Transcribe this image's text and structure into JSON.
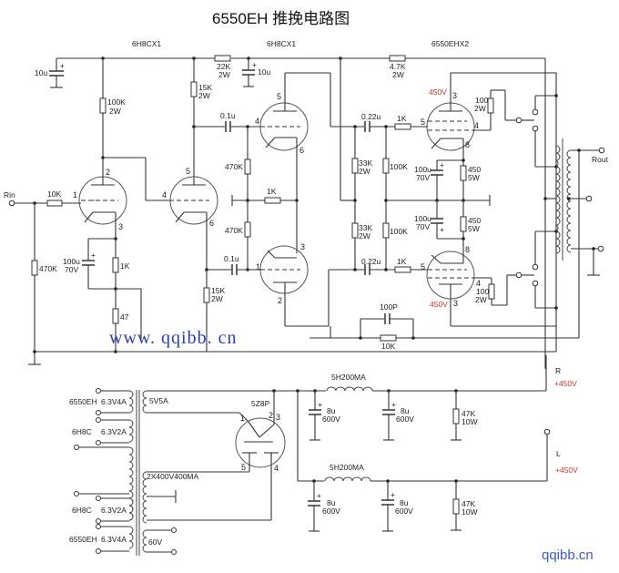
{
  "title": "6550EH 推挽电路图",
  "tube_labels": {
    "stage1": "6H8CX1",
    "stage2": "6H8CX1",
    "output": "6550EHX2",
    "rectifier": "5Z8P"
  },
  "io": {
    "input": "Rin",
    "output": "Rout"
  },
  "components": {
    "c_10u_left": "10u",
    "r_22k": [
      "22K",
      "2W"
    ],
    "c_10u_mid": "10u",
    "r_4k7": [
      "4.7K",
      "2W"
    ],
    "r_100k_2w": [
      "100K",
      "2W"
    ],
    "r_15k_top": [
      "15K",
      "2W"
    ],
    "c_01u_top": "0.1u",
    "r_470k_top": "470K",
    "r_1k_mid": "1K",
    "r_470k_bot": "470K",
    "c_01u_bot": "0.1u",
    "r_15k_bot": [
      "15K",
      "2W"
    ],
    "r_10k_in": "10K",
    "r_470k_in": "470K",
    "c_100u_cath": [
      "100u",
      "70V"
    ],
    "r_1k_cath": "1K",
    "r_47": "47",
    "c_022u_top": "0.22u",
    "r_1k_g_top": "1K",
    "r_33k_top": [
      "33K",
      "2W"
    ],
    "r_100k_top": "100K",
    "r_33k_bot": [
      "33K",
      "2W"
    ],
    "r_100k_bot": "100K",
    "c_022u_bot": "0.22u",
    "r_1k_g_bot": "1K",
    "c_100u_top": [
      "100u",
      "70V"
    ],
    "r_450_top": [
      "450",
      "5W"
    ],
    "c_100u_bot": [
      "100u",
      "70V"
    ],
    "r_450_bot": [
      "450",
      "5W"
    ],
    "r_100_top": [
      "100",
      "2W"
    ],
    "r_100_bot": [
      "100",
      "2W"
    ],
    "c_100p": "100P",
    "r_10k_fb": "10K"
  },
  "voltages": {
    "plate_top": "450V",
    "plate_bot": "450V"
  },
  "pins": {
    "v1a": [
      "2",
      "1",
      "3"
    ],
    "v1b": [
      "5",
      "4",
      "6"
    ],
    "v2a": [
      "5",
      "4",
      "6"
    ],
    "v2b": [
      "3",
      "1",
      "2"
    ],
    "v3": [
      "3",
      "5",
      "4",
      "8"
    ],
    "v4": [
      "8",
      "5",
      "4",
      "3"
    ],
    "rect": [
      "1",
      "2",
      "3",
      "5",
      "4"
    ]
  },
  "power_transformer": {
    "windings_left": [
      {
        "tube": "6550EH",
        "rating": "6.3V4A"
      },
      {
        "tube": "6H8C",
        "rating": "6.3V2A"
      },
      {
        "tube": "6H8C",
        "rating": "6.3V2A"
      },
      {
        "tube": "6550EH",
        "rating": "6.3V4A"
      }
    ],
    "windings_right": [
      "5V5A",
      "2X400V400MA",
      "60V"
    ]
  },
  "supply": {
    "choke_r": "5H200MA",
    "choke_l": "5H200MA",
    "caps": [
      [
        "8u",
        "600V"
      ],
      [
        "8u",
        "600V"
      ],
      [
        "8u",
        "600V"
      ],
      [
        "8u",
        "600V"
      ]
    ],
    "bleeders": [
      [
        "47K",
        "10W"
      ],
      [
        "47K",
        "10W"
      ]
    ],
    "rail_r": {
      "name": "R",
      "voltage": "+450V"
    },
    "rail_l": {
      "name": "L",
      "voltage": "+450V"
    }
  },
  "watermarks": {
    "center": "www. qqibb. cn",
    "corner": "qqibb.cn"
  }
}
